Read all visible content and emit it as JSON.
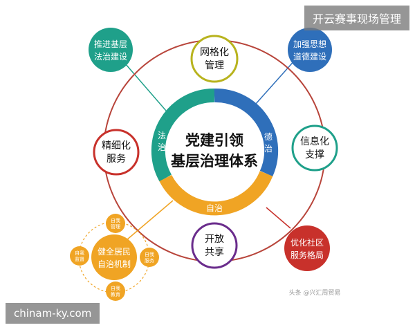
{
  "overlay": {
    "top_right": "开云赛事现场管理",
    "bottom_left": "chinam-ky.com"
  },
  "center": {
    "line1": "党建引领",
    "line2": "基层治理体系"
  },
  "ring": {
    "law": "法治",
    "virtue": "德治",
    "self": "自治"
  },
  "nodes": {
    "grid_top": [
      "网格化",
      "管理"
    ],
    "law_top_left": [
      "推进基层",
      "法治建设"
    ],
    "moral_top_right": [
      "加强思想",
      "道德建设"
    ],
    "refine_left": [
      "精细化",
      "服务"
    ],
    "info_right": [
      "信息化",
      "支撑"
    ],
    "open_bottom": [
      "开放",
      "共享"
    ],
    "community_bottom_right": [
      "优化社区",
      "服务格局"
    ],
    "self_gov_bottom_left": [
      "健全居民",
      "自治机制"
    ]
  },
  "satellites": {
    "top": [
      "自我",
      "管理"
    ],
    "left": [
      "自我",
      "监督"
    ],
    "right": [
      "自我",
      "服务"
    ],
    "bottom": [
      "自我",
      "教育"
    ]
  },
  "watermark": "头条 @兴汇周贸易",
  "colors": {
    "red": "#c8312b",
    "teal": "#1fa08a",
    "blue": "#2f6fba",
    "orange": "#f0a424",
    "yellow_green": "#c9c21f",
    "purple": "#6a2c8c",
    "grid_border": "#b8b31e",
    "outer_ring": "#b8453b"
  }
}
